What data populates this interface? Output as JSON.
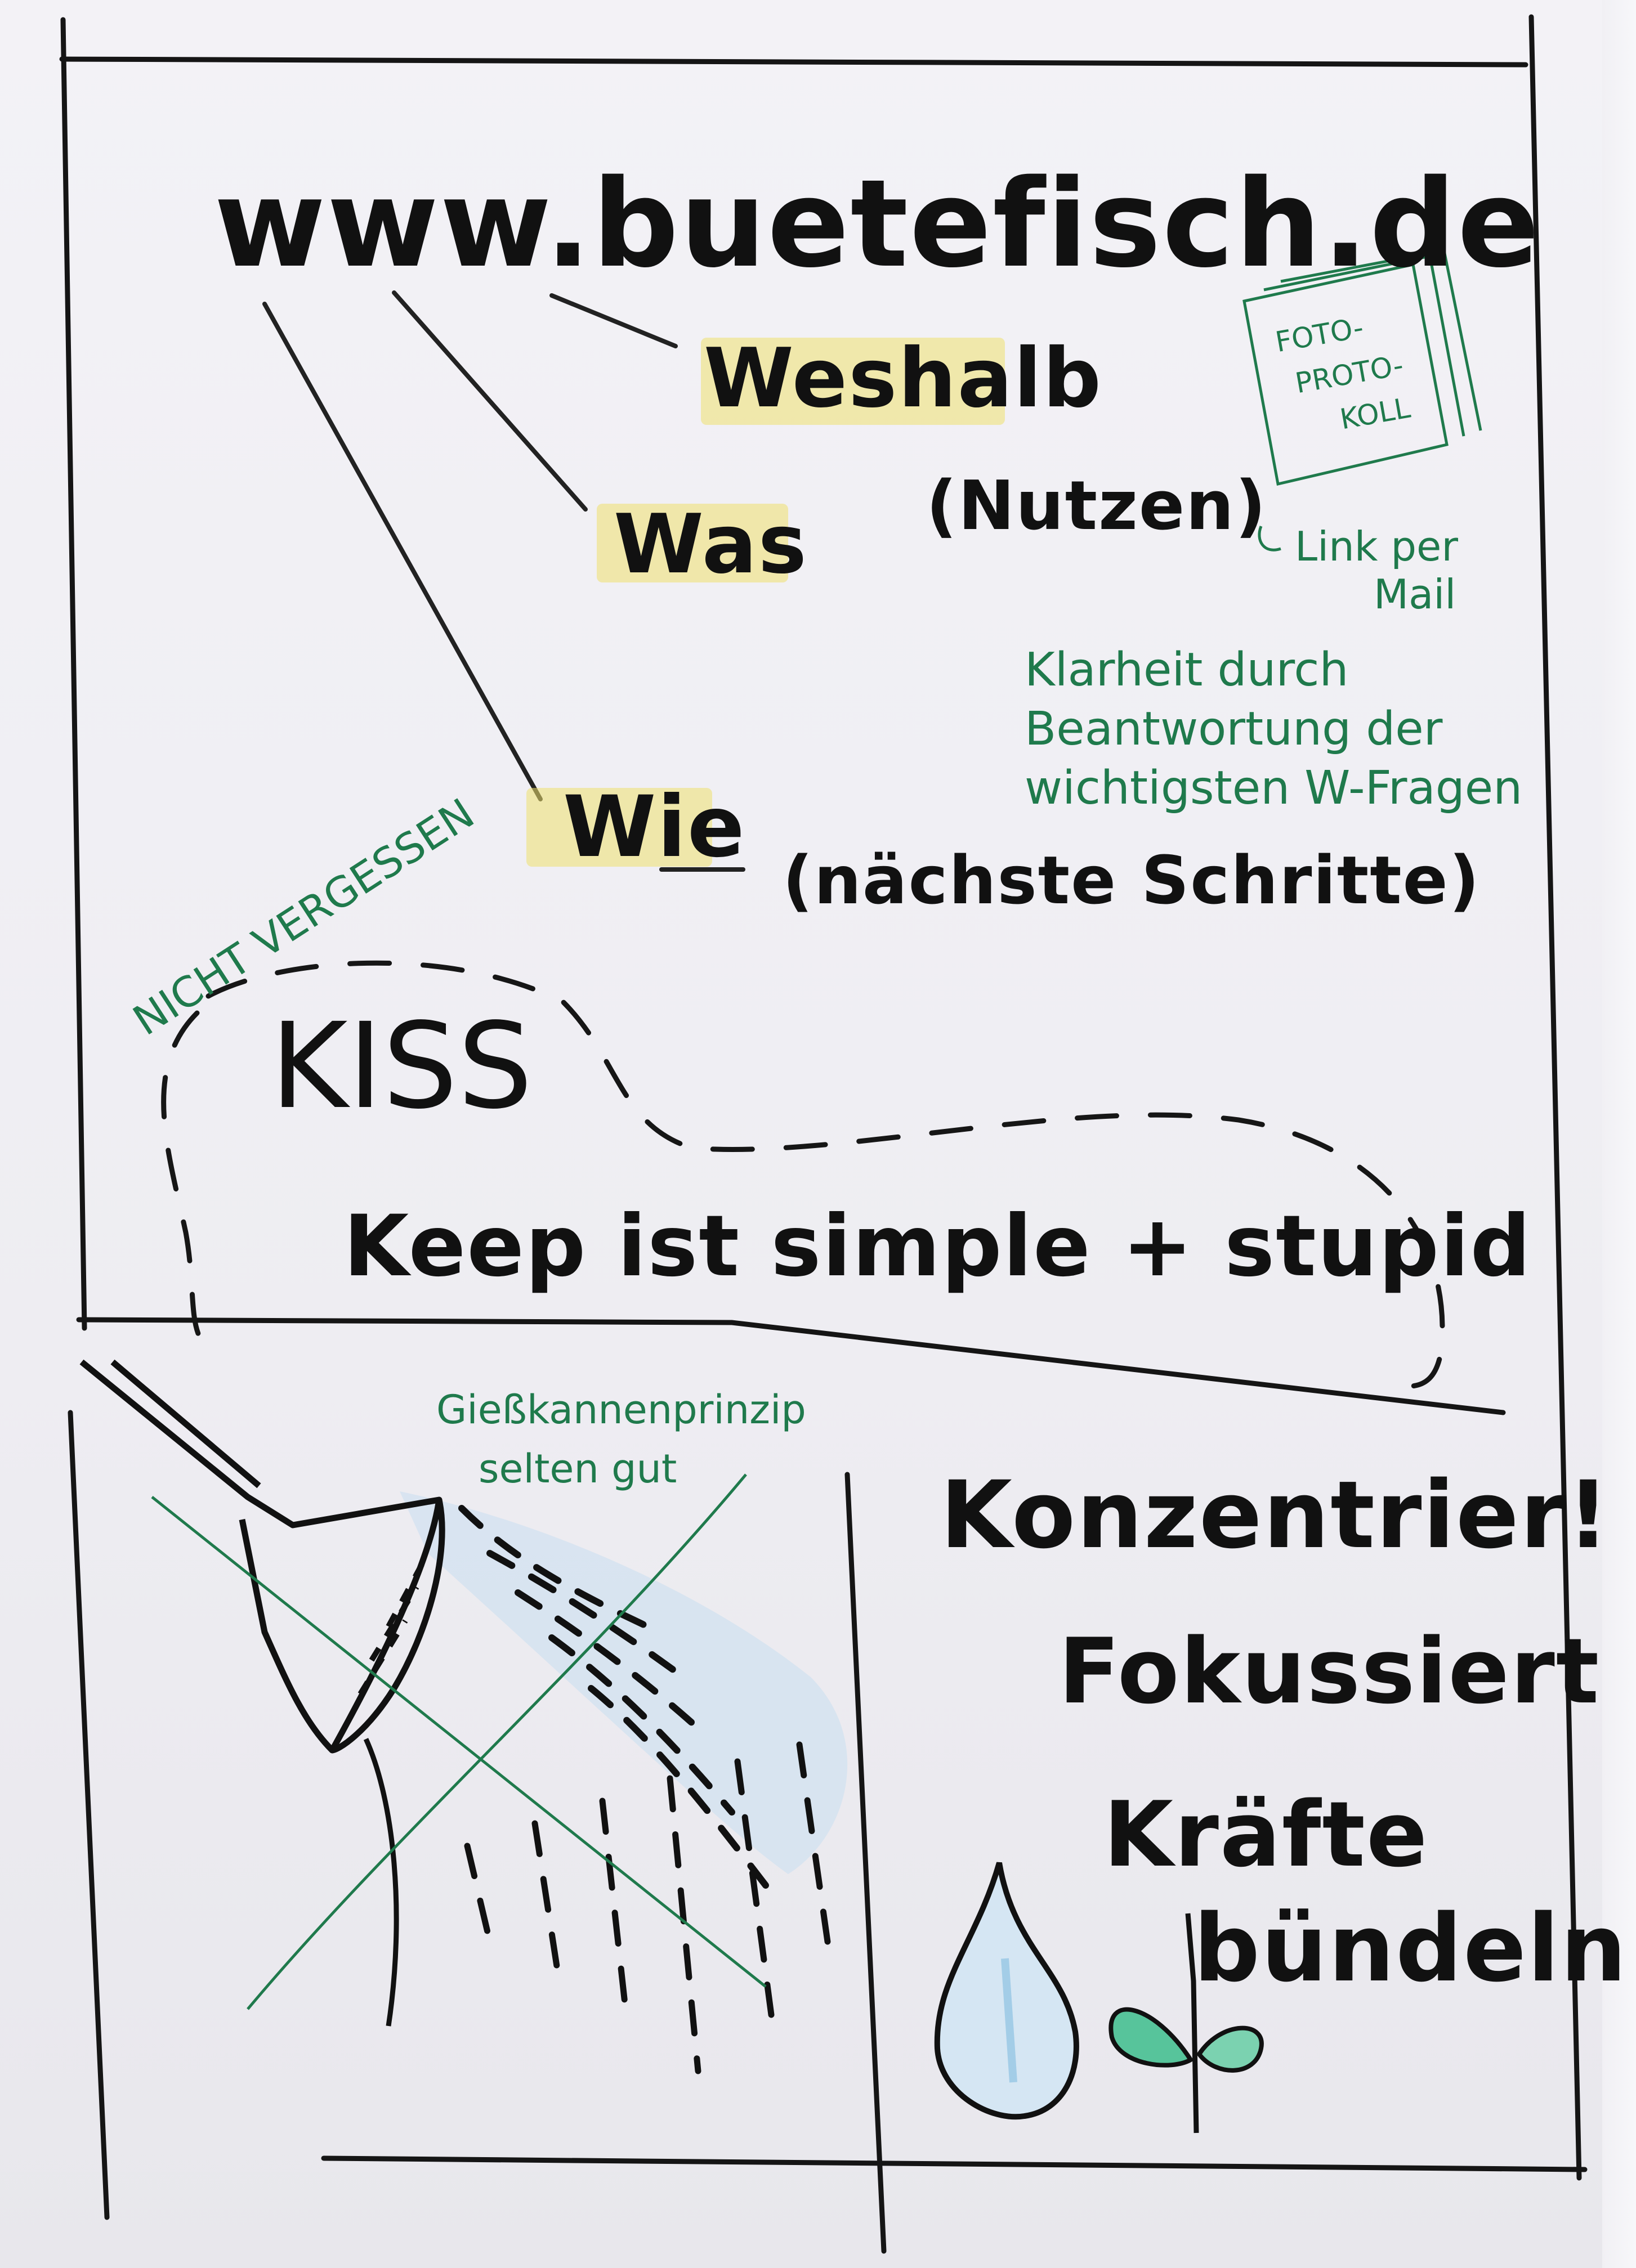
{
  "flipchart": {
    "url": "www.buetefisch.de",
    "questions": {
      "weshalb": "Weshalb",
      "nutzen": "(Nutzen)",
      "was": "Was",
      "wie": "Wie",
      "naechste": "(nächste Schritte)"
    },
    "fotoprotokoll": [
      "FOTO-",
      "PROTO-",
      "KOLL"
    ],
    "link_note": [
      "Link per",
      "Mail"
    ],
    "klarheit": [
      "Klarheit durch",
      "Beantwortung der",
      "wichtigsten W-Fragen"
    ],
    "nicht_vergessen": "NICHT VERGESSEN",
    "kiss": "KISS",
    "kiss_full": "Keep ist simple + stupid",
    "giesskanne": [
      "Gießkannenprinzip",
      "selten gut"
    ],
    "konzentrier": "Konzentrier!",
    "fokussiert": "Fokussiert",
    "kraefte": [
      "Kräfte",
      "bündeln"
    ]
  },
  "colors": {
    "ink": "#111111",
    "green_ink": "#1f7a4c",
    "highlight": "#eee06e",
    "water": "#8fc3e3",
    "leaf": "#57c49b"
  },
  "icons": [
    "watering-can-icon",
    "water-drop-icon",
    "seedling-icon",
    "stacked-papers-icon"
  ]
}
